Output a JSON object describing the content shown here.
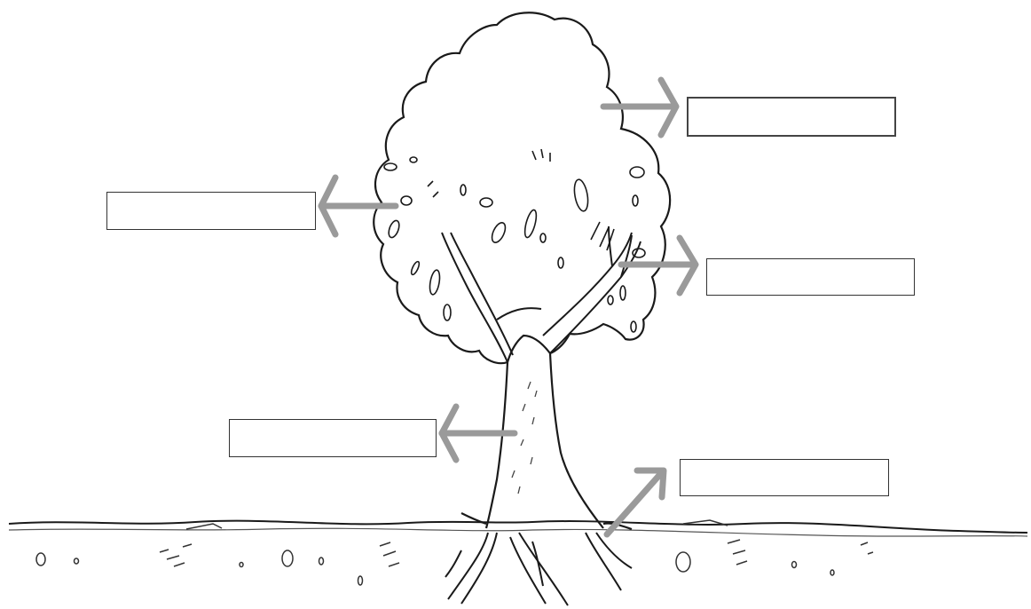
{
  "diagram": {
    "subject": "tree-parts",
    "label_boxes": [
      {
        "id": "leaves",
        "text": ""
      },
      {
        "id": "crown",
        "text": ""
      },
      {
        "id": "branch",
        "text": ""
      },
      {
        "id": "trunk",
        "text": ""
      },
      {
        "id": "roots",
        "text": ""
      }
    ],
    "colors": {
      "outline": "#1a1a1a",
      "arrow": "#9a9a9a",
      "box_border": "#333333",
      "background": "#ffffff"
    }
  }
}
